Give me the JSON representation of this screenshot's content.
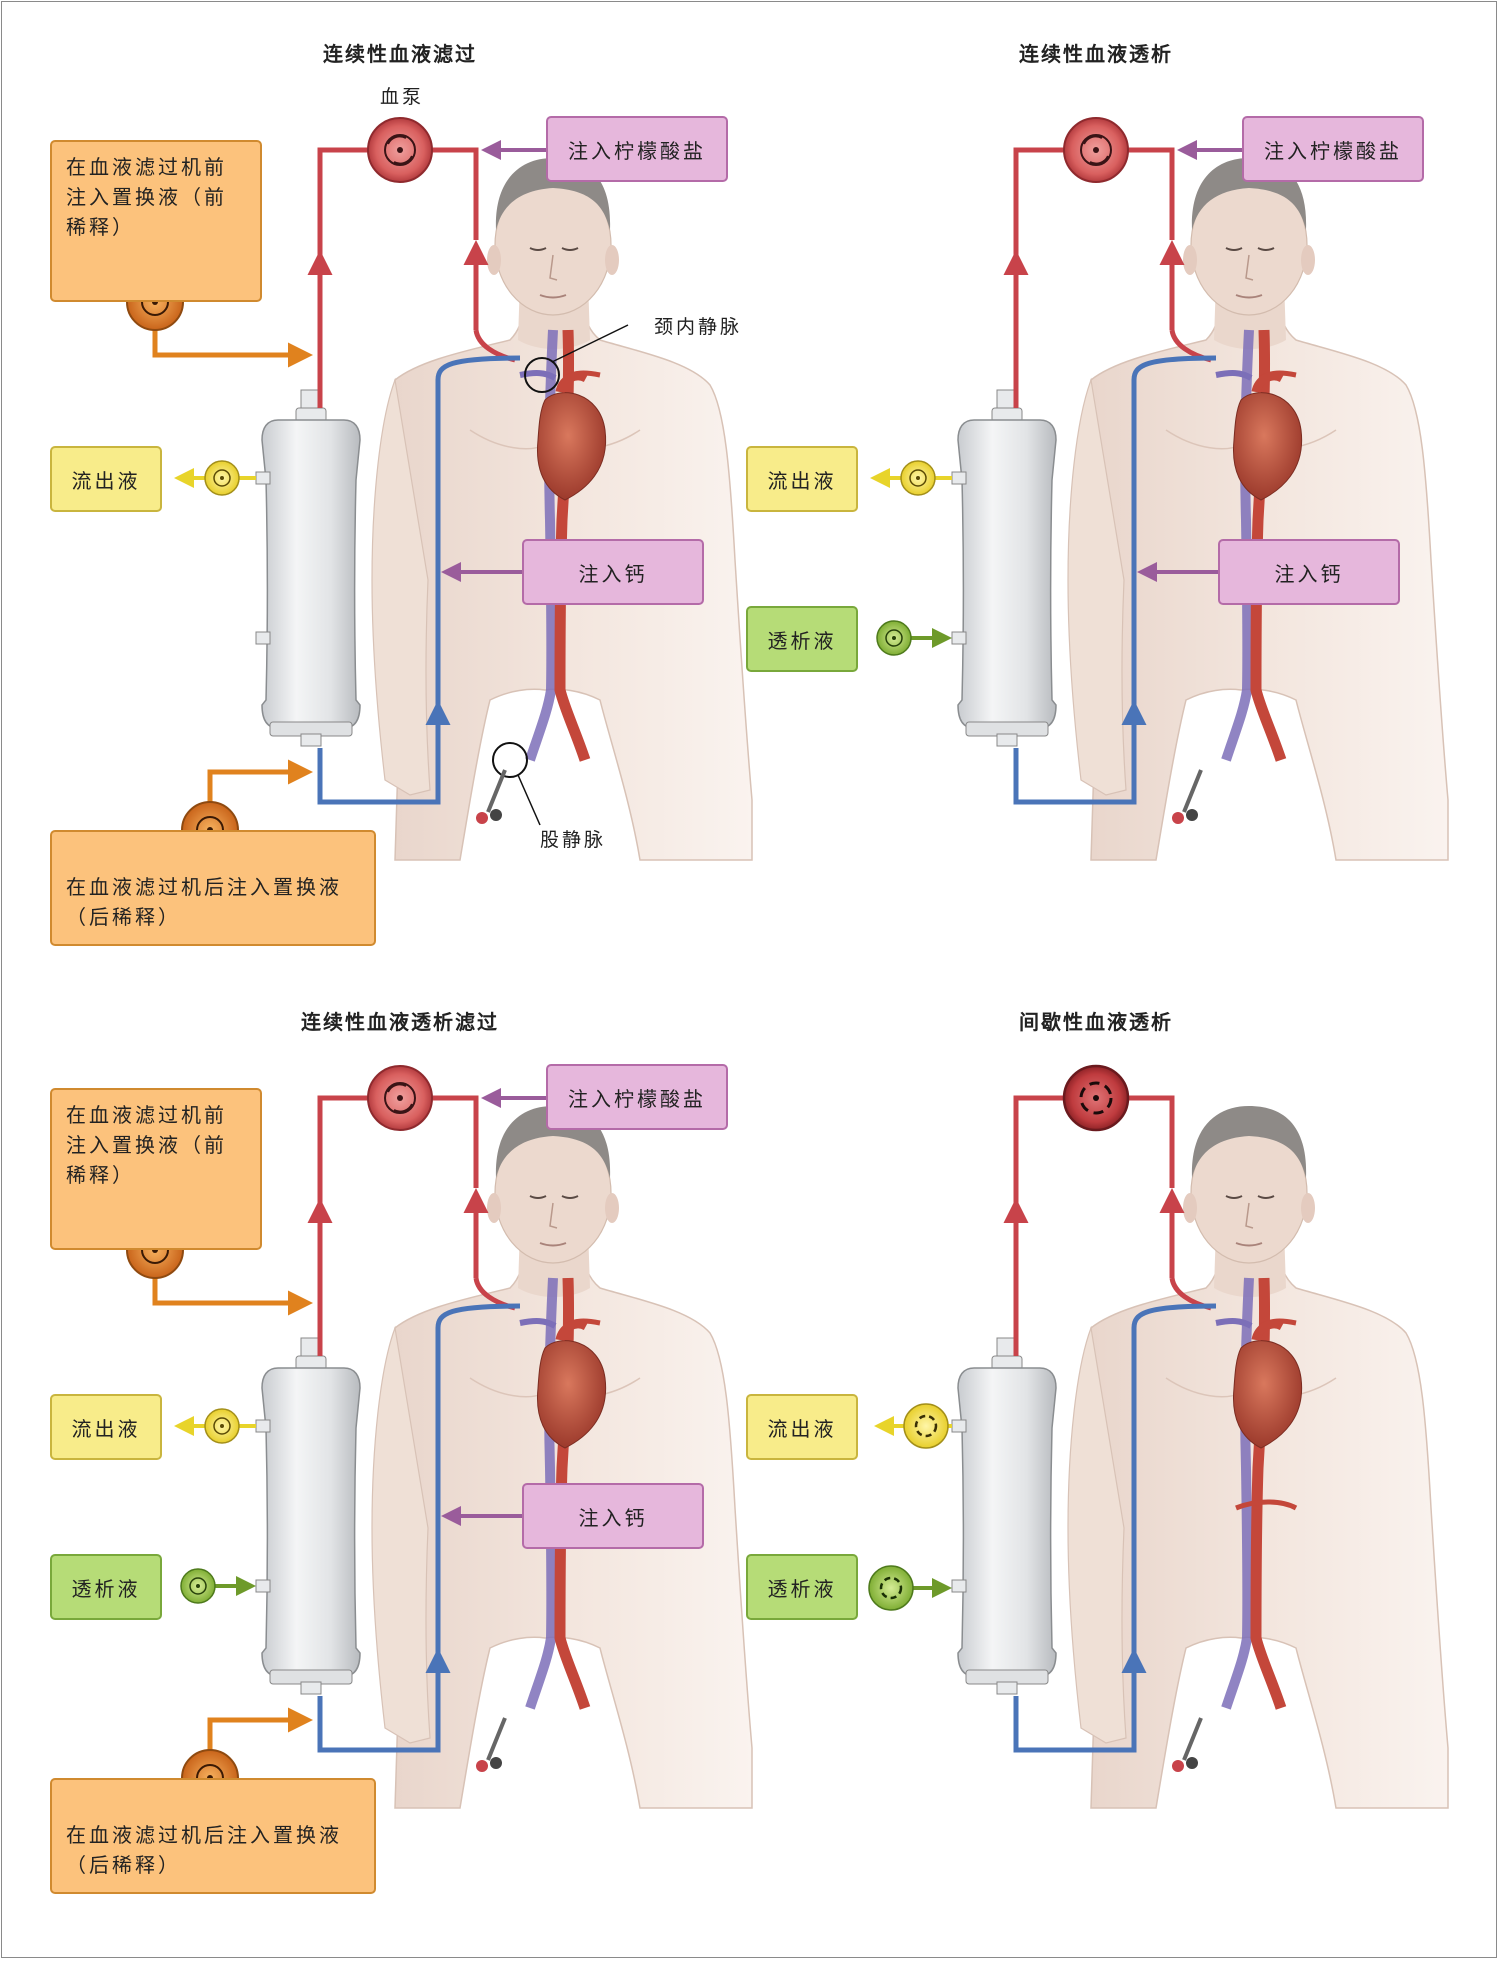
{
  "panels": [
    {
      "id": "cvvh",
      "title": "连续性血液滤过",
      "pump_label": "血泵",
      "citrate": "注入柠檬酸盐",
      "calcium": "注入钙",
      "effluent": "流出液",
      "pre_dilution": "在血液滤过机前注入置换液（前稀释）",
      "post_dilution": "在血液滤过机后注入置换液（后稀释）",
      "jugular_label": "颈内静脉",
      "femoral_label": "股静脉"
    },
    {
      "id": "cvvhd",
      "title": "连续性血液透析",
      "citrate": "注入柠檬酸盐",
      "calcium": "注入钙",
      "effluent": "流出液",
      "dialysate": "透析液"
    },
    {
      "id": "cvvhdf",
      "title": "连续性血液透析滤过",
      "citrate": "注入柠檬酸盐",
      "calcium": "注入钙",
      "effluent": "流出液",
      "dialysate": "透析液",
      "pre_dilution": "在血液滤过机前注入置换液（前稀释）",
      "post_dilution": "在血液滤过机后注入置换液（后稀释）"
    },
    {
      "id": "ihd",
      "title": "间歇性血液透析",
      "effluent": "流出液",
      "dialysate": "透析液"
    }
  ],
  "colors": {
    "arterial": "#c8434a",
    "venous": "#4a74b8",
    "replacement": "#e0821e",
    "citrate": "#9a5c9b",
    "effluent": "#e8d42a",
    "dialysate": "#6e9a2a"
  }
}
